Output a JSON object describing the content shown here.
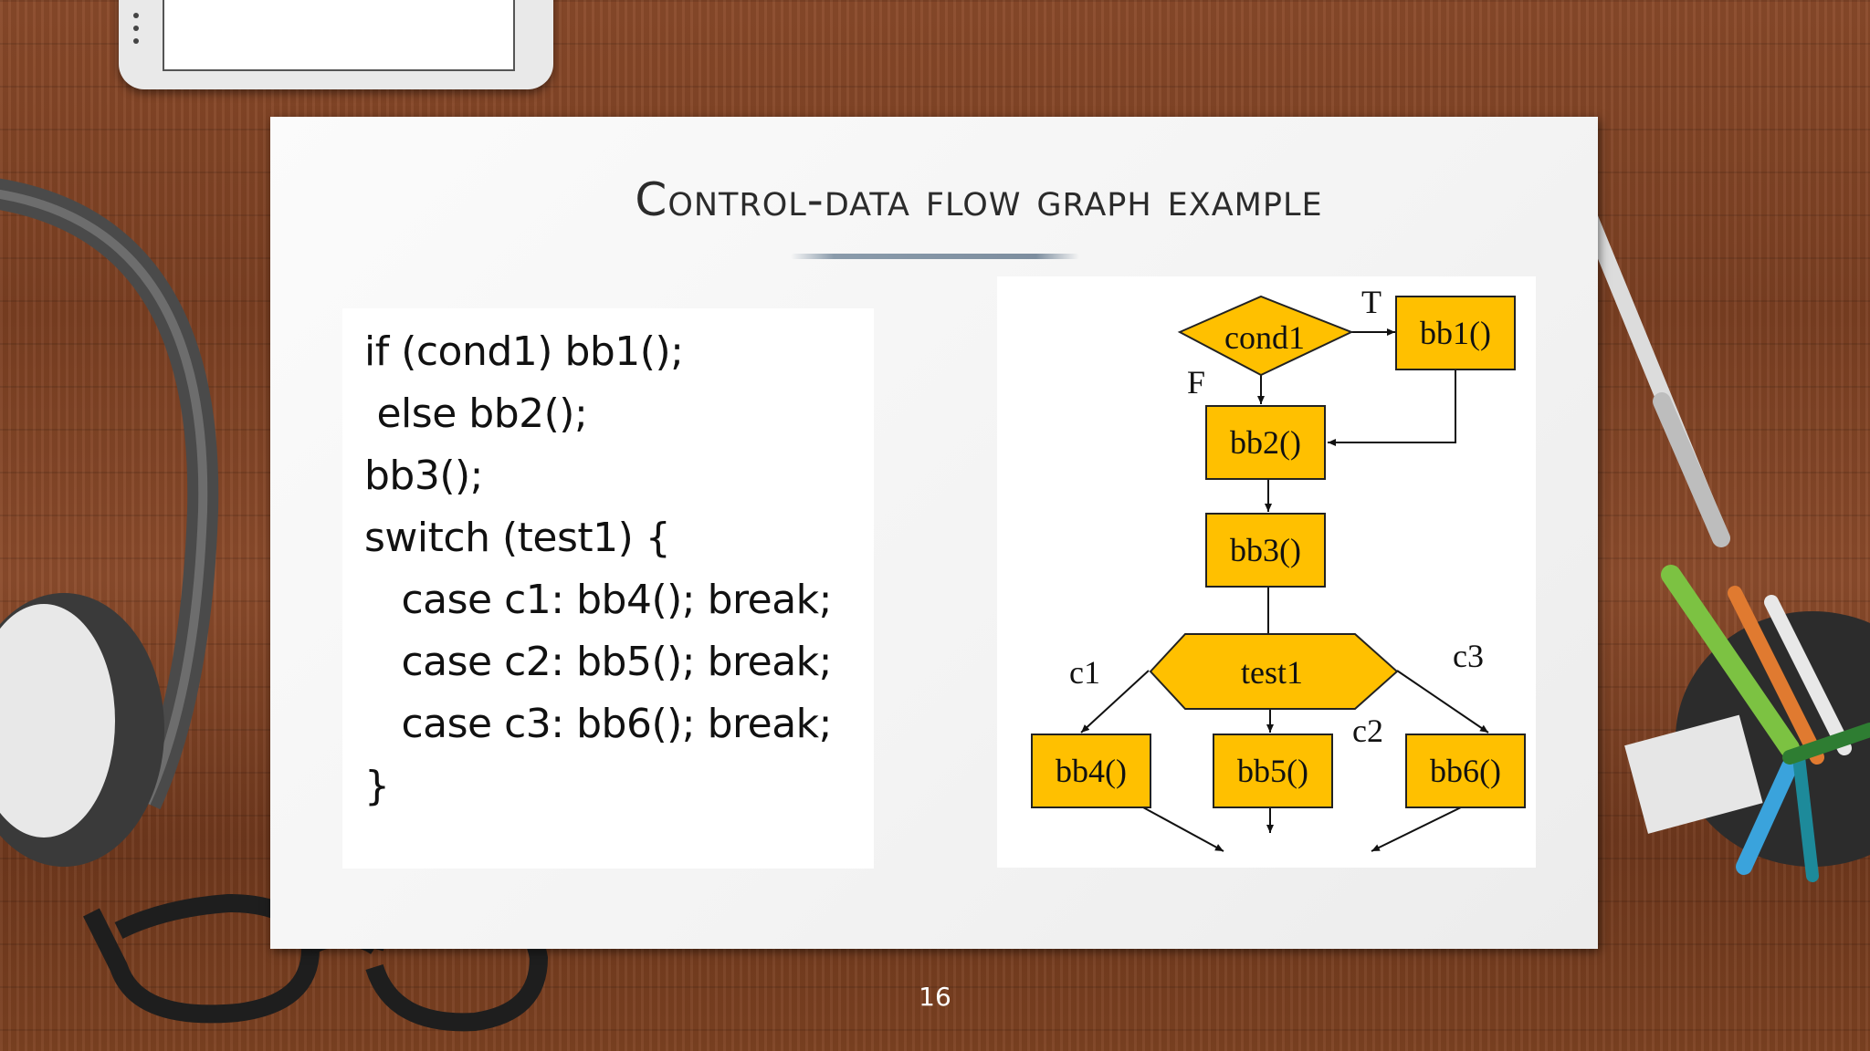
{
  "slide": {
    "title": "Control-data flow graph example",
    "page_number": "16"
  },
  "code": {
    "lines": [
      "if (cond1) bb1();",
      " else bb2();",
      "bb3();",
      "switch (test1) {",
      "   case c1: bb4(); break;",
      "   case c2: bb5(); break;",
      "   case c3: bb6(); break;",
      "}"
    ]
  },
  "graph": {
    "nodes": {
      "cond1": "cond1",
      "bb1": "bb1()",
      "bb2": "bb2()",
      "bb3": "bb3()",
      "test1": "test1",
      "bb4": "bb4()",
      "bb5": "bb5()",
      "bb6": "bb6()"
    },
    "edge_labels": {
      "true": "T",
      "false": "F",
      "c1": "c1",
      "c2": "c2",
      "c3": "c3"
    },
    "colors": {
      "node_fill": "#FFC000",
      "node_stroke": "#222222"
    }
  }
}
